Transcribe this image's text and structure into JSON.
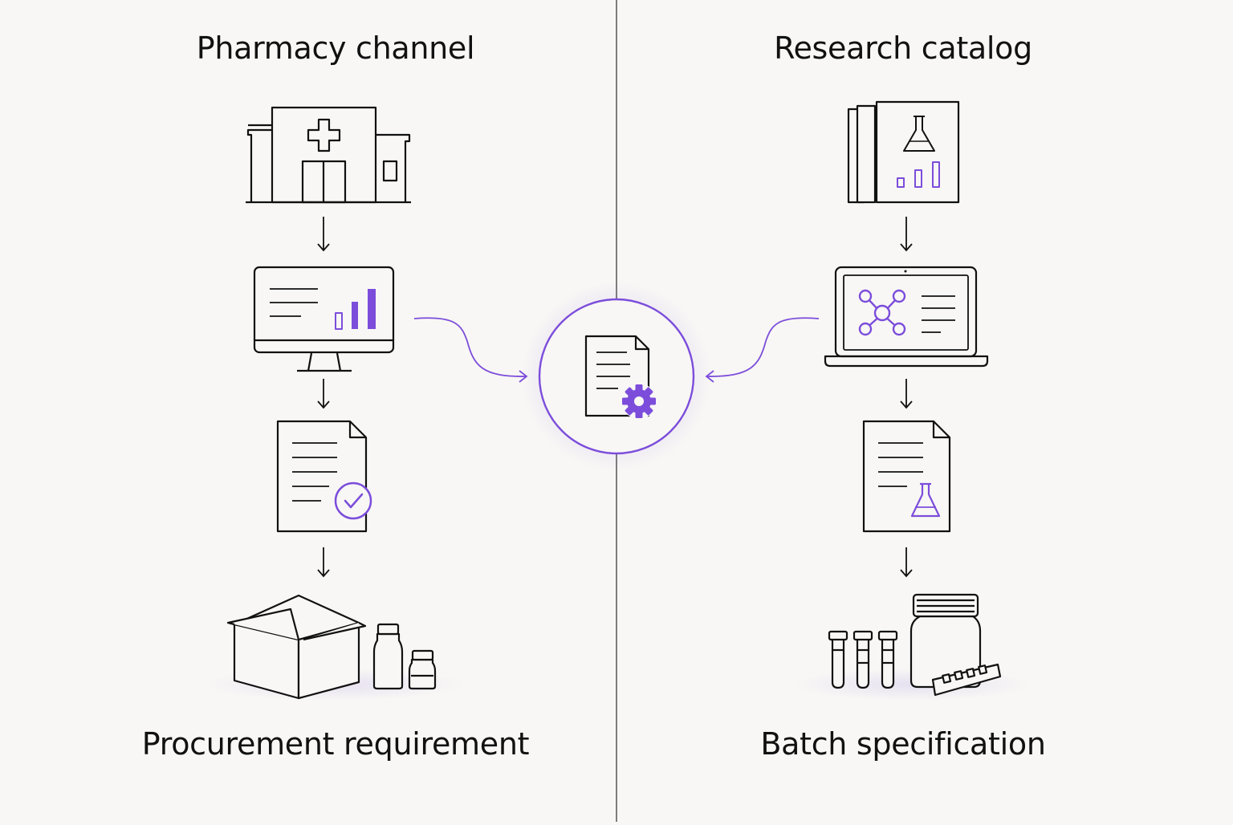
{
  "diagram": {
    "left_panel": {
      "title": "Pharmacy channel",
      "caption": "Procurement requirement",
      "steps": [
        "hospital-icon",
        "monitor-chart-icon",
        "verified-document-icon",
        "box-and-bottles-icon"
      ]
    },
    "right_panel": {
      "title": "Research catalog",
      "caption": "Batch specification",
      "steps": [
        "research-book-icon",
        "laptop-network-icon",
        "lab-document-icon",
        "test-tubes-and-jar-icon"
      ]
    },
    "center_node": {
      "icon": "document-gear-icon"
    },
    "colors": {
      "background": "#f8f7f5",
      "ink": "#111111",
      "accent": "#7c4ddb",
      "divider": "#555555"
    }
  }
}
